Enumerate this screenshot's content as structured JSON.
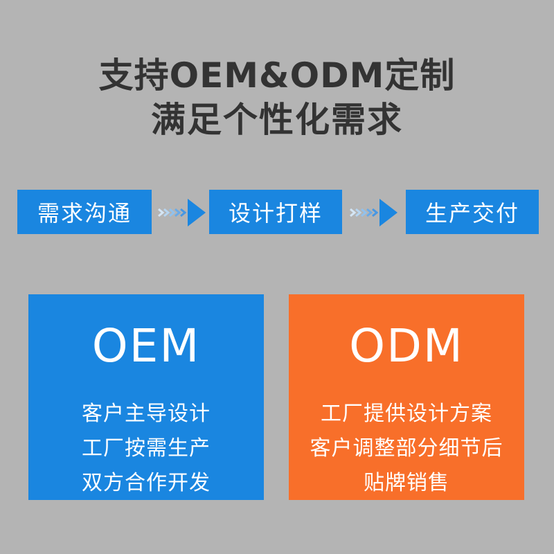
{
  "headline": {
    "line1": "支持OEM&ODM定制",
    "line2": "满足个性化需求"
  },
  "process": {
    "steps": [
      "需求沟通",
      "设计打样",
      "生产交付"
    ],
    "color": "#1a86e0"
  },
  "oem": {
    "title": "OEM",
    "lines": [
      "客户主导设计",
      "工厂按需生产",
      "双方合作开发"
    ],
    "color": "#1a86e0"
  },
  "odm": {
    "title": "ODM",
    "lines": [
      "工厂提供设计方案",
      "客户调整部分细节后",
      "贴牌销售"
    ],
    "color": "#f86f2a"
  },
  "background": "#b4b4b4"
}
